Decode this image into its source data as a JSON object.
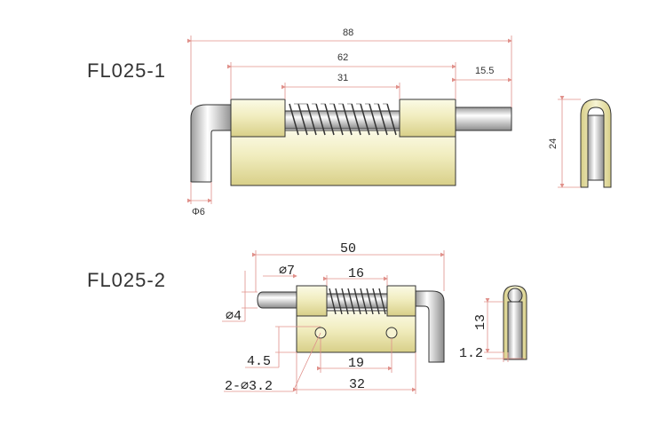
{
  "models": {
    "top": "FL025-1",
    "bottom": "FL025-2"
  },
  "top_dims": {
    "overall": "88",
    "body": "62",
    "spring": "31",
    "pin_ext": "15.5",
    "height": "24",
    "pin_dia": "Φ6"
  },
  "bottom_dims": {
    "overall": "50",
    "pin_dia_outer": "∅7",
    "spring": "16",
    "pin_dia_inner": "∅4",
    "hole_offset": "4.5",
    "hole_pitch": "19",
    "holes": "2-∅3.2",
    "base": "32",
    "height": "13",
    "thickness": "1.2"
  },
  "colors": {
    "brass_light": "#f4f1c8",
    "brass_dark": "#d9d08a",
    "steel_light": "#ffffff",
    "steel_dark": "#bfbfbf",
    "dimension": "#e0908a"
  }
}
